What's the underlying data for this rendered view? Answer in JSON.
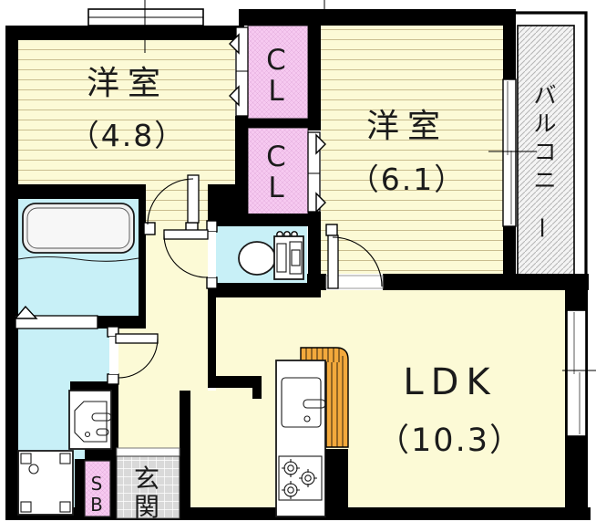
{
  "floor_plan": {
    "rooms": {
      "bedroom_1": {
        "name": "洋室",
        "size": "（4.8）"
      },
      "bedroom_2": {
        "name": "洋室",
        "size": "（6.1）"
      },
      "ldk": {
        "name": "LDK",
        "size": "（10.3）"
      },
      "balcony": {
        "name": "バルコニー"
      },
      "entrance": {
        "name": "玄関"
      },
      "closet_top": {
        "name": "CL"
      },
      "closet_bottom": {
        "name": "CL"
      },
      "shoe_box": {
        "name": "SB"
      }
    },
    "fixtures": [
      "bathtub",
      "toilet",
      "washbasin",
      "washing-machine-pan",
      "kitchen-sink",
      "gas-stove"
    ],
    "colors": {
      "floor_yellow": "#FCFAD6",
      "floor_line": "#C9BD8F",
      "closet_pink": "#F6C9F0",
      "wet_area_blue": "#C8F0F7",
      "kitchen_counter_orange": "#F3A93C",
      "entrance_tile_gray": "#D9D9D9",
      "balcony_gray": "#F4F4F4",
      "wall": "#000000"
    }
  }
}
